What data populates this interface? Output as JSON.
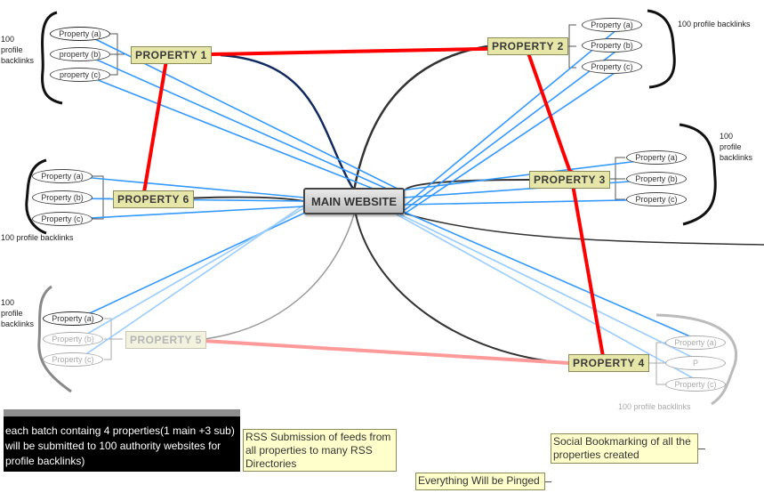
{
  "diagram": {
    "main": {
      "label": "MAIN WEBSITE"
    },
    "properties": [
      {
        "id": "p1",
        "label": "PROPERTY 1"
      },
      {
        "id": "p2",
        "label": "PROPERTY 2"
      },
      {
        "id": "p3",
        "label": "PROPERTY 3"
      },
      {
        "id": "p4",
        "label": "PROPERTY 4"
      },
      {
        "id": "p5",
        "label": "PROPERTY 5"
      },
      {
        "id": "p6",
        "label": "PROPERTY 6"
      }
    ],
    "subs": {
      "p1": [
        "Property (a)",
        "property (b)",
        "property (c)"
      ],
      "p2": [
        "Property (a)",
        "Property (b)",
        "Property (c)"
      ],
      "p3": [
        "Property (a)",
        "Property (b)",
        "Property (c)"
      ],
      "p4": [
        "Property (a)",
        "P",
        "Property (c)"
      ],
      "p5": [
        "Property (a)",
        "Property (b)",
        "Property (c)"
      ],
      "p6": [
        "Property (a)",
        "Property (b)",
        "Property (c)"
      ]
    },
    "backlink_notes": [
      "100\nprofile\nbacklinks",
      "100 profile backlinks",
      "100\nprofile\nbacklinks",
      "100 profile backlinks",
      "100\nprofile\nbacklinks",
      "100 profile backlinks"
    ],
    "caption": "each batch containg 4 properties(1 main +3 sub) will be submitted to 100 authority websites for profile backlinks)",
    "rss": "RSS Submission of feeds from all properties to many RSS Directories",
    "social": "Social Bookmarking of all the properties created",
    "ping": "Everything Will be Pinged",
    "colors": {
      "flow": "#ff0000",
      "links": "#3399ff",
      "branch": "#333333",
      "box": "#e6e6a8"
    }
  }
}
